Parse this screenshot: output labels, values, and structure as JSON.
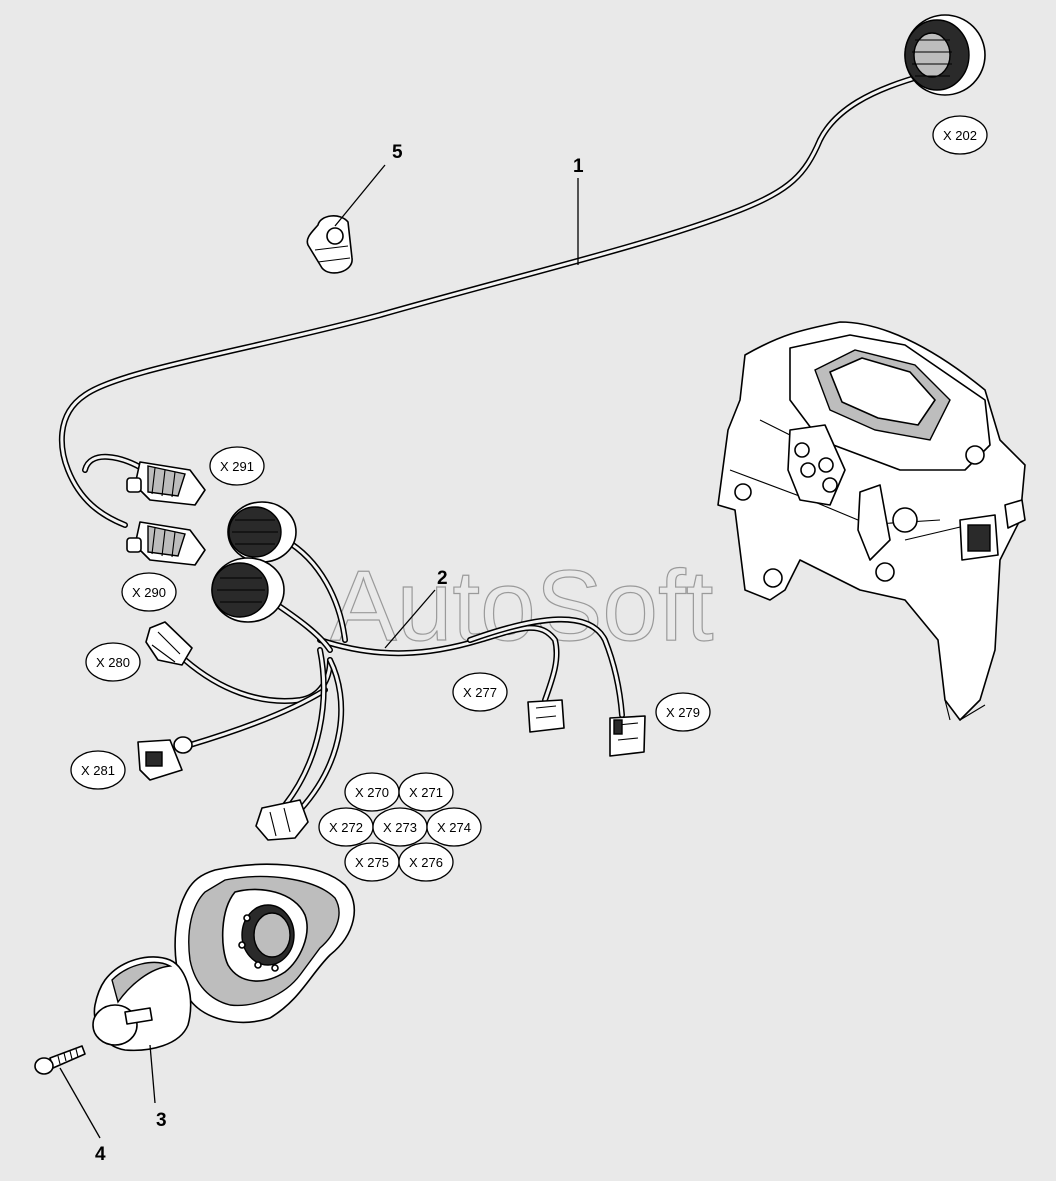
{
  "watermark": "AutoSoft",
  "callouts": [
    {
      "id": "1",
      "label": "1"
    },
    {
      "id": "2",
      "label": "2"
    },
    {
      "id": "3",
      "label": "3"
    },
    {
      "id": "4",
      "label": "4"
    },
    {
      "id": "5",
      "label": "5"
    }
  ],
  "connectors": [
    {
      "id": "X202",
      "label": "X 202"
    },
    {
      "id": "X291",
      "label": "X 291"
    },
    {
      "id": "X290",
      "label": "X 290"
    },
    {
      "id": "X280",
      "label": "X 280"
    },
    {
      "id": "X281",
      "label": "X 281"
    },
    {
      "id": "X277",
      "label": "X 277"
    },
    {
      "id": "X279",
      "label": "X 279"
    },
    {
      "id": "X270",
      "label": "X 270"
    },
    {
      "id": "X271",
      "label": "X 271"
    },
    {
      "id": "X272",
      "label": "X 272"
    },
    {
      "id": "X273",
      "label": "X 273"
    },
    {
      "id": "X274",
      "label": "X 274"
    },
    {
      "id": "X275",
      "label": "X 275"
    },
    {
      "id": "X276",
      "label": "X 276"
    }
  ],
  "colors": {
    "background": "#e9e9e9",
    "line": "#000000",
    "watermark": "#9a9a9a"
  }
}
